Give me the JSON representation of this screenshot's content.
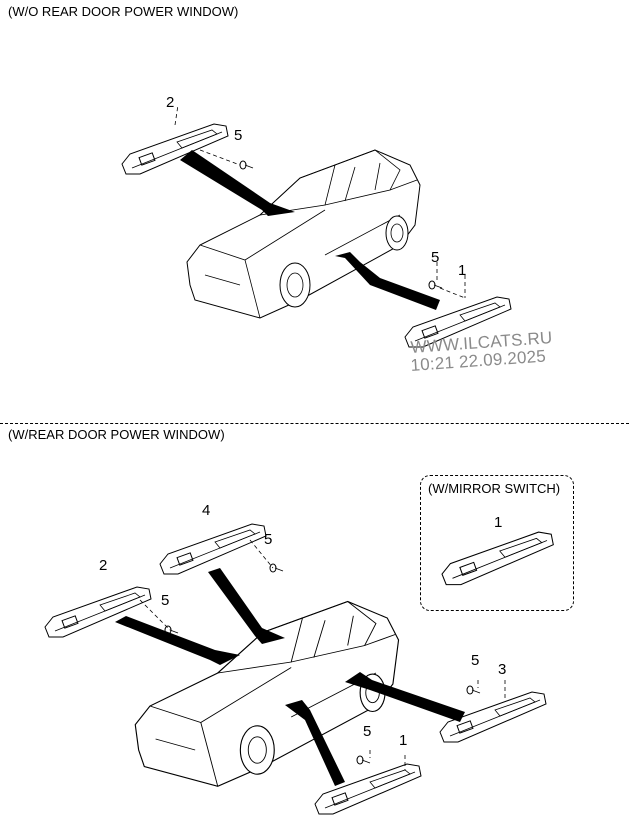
{
  "sections": {
    "without_rear": {
      "title": "(W/O REAR DOOR POWER WINDOW)"
    },
    "with_rear": {
      "title": "(W/REAR DOOR POWER WINDOW)"
    }
  },
  "mirror_box": {
    "label": "(W/MIRROR SWITCH)",
    "callout": "1"
  },
  "callouts_top": {
    "part2": "2",
    "screw_a": "5",
    "screw_b": "5",
    "part1": "1"
  },
  "callouts_bottom": {
    "part4": "4",
    "screw_a": "5",
    "part2": "2",
    "screw_b": "5",
    "screw_c": "5",
    "part3": "3",
    "screw_d": "5",
    "part1": "1"
  },
  "watermark": {
    "line1": "WWW.ILCATS.RU",
    "line2": "10:21 22.09.2025"
  }
}
